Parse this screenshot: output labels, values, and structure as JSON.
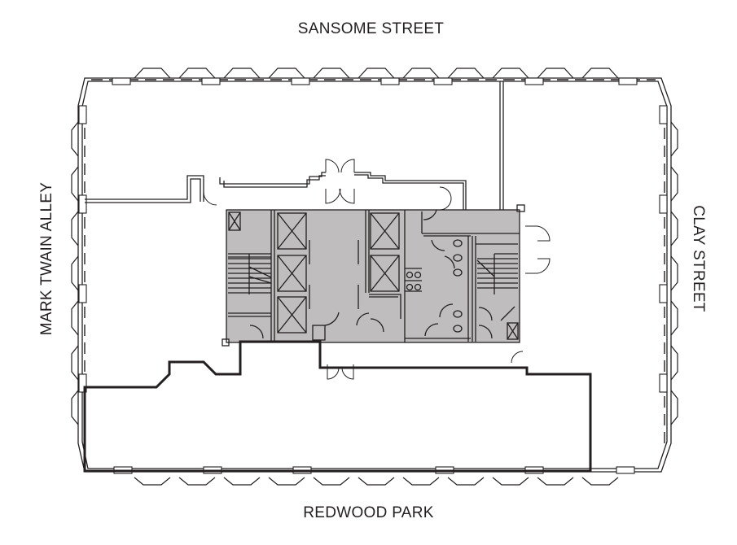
{
  "plan": {
    "type": "building floor plan",
    "streets": {
      "top": "SANSOME STREET",
      "bottom": "REDWOOD PARK",
      "left": "MARK TWAIN ALLEY",
      "right": "CLAY STREET"
    },
    "core": {
      "fill_color": "#bfbdbe",
      "elevators_left_bank": 3,
      "elevators_right_bank": 2,
      "stairs": 2,
      "restrooms": 2
    },
    "colors": {
      "wall": "#231f20",
      "core_fill": "#bfbdbe",
      "background": "#ffffff"
    }
  }
}
